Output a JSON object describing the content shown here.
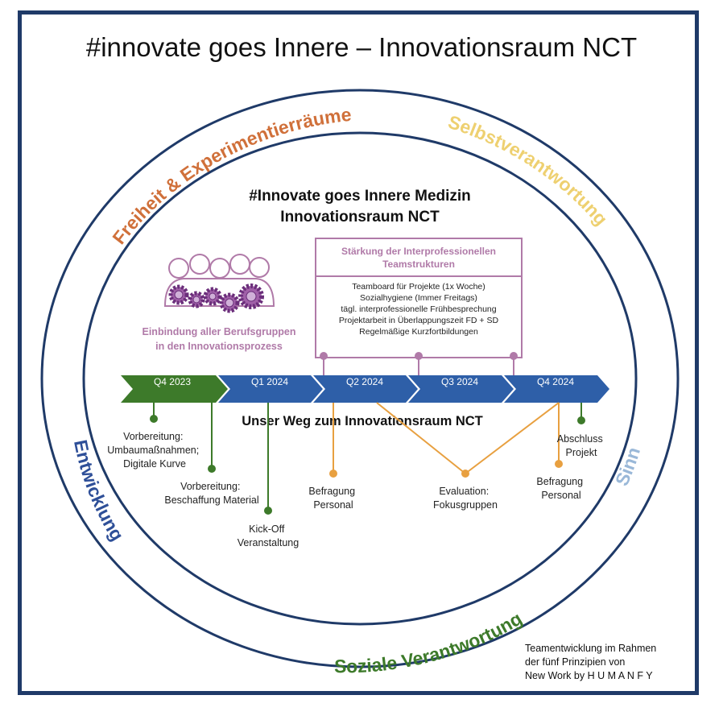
{
  "title": "#innovate goes Innere – Innovationsraum NCT",
  "center_title": {
    "line1": "#Innovate goes Innere Medizin",
    "line2": "Innovationsraum NCT"
  },
  "ring_labels": {
    "freiheit": "Freiheit & Experimentierräume",
    "selbst": "Selbstverantwortung",
    "entwicklung": "Entwicklung",
    "sinn": "Sinn",
    "sozial": "Soziale Verantwortung"
  },
  "inclusion": {
    "line1": "Einbindung aller Berufsgruppen",
    "line2": "in den Innovationsprozess"
  },
  "team_box": {
    "heading1": "Stärkung der Interprofessionellen",
    "heading2": "Teamstrukturen",
    "items": [
      "Teamboard für Projekte (1x Woche)",
      "Sozialhygiene (Immer Freitags)",
      "tägl. interprofessionelle Frühbesprechung",
      "Projektarbeit in Überlappungszeit FD + SD",
      "Regelmäßige Kurzfortbildungen"
    ]
  },
  "timeline": {
    "phases": [
      "Q4 2023",
      "Q1 2024",
      "Q2 2024",
      "Q3 2024",
      "Q4 2024"
    ],
    "label": "Unser Weg zum Innovationsraum NCT"
  },
  "milestones": {
    "m1": [
      "Vorbereitung:",
      "Umbaumaßnahmen;",
      "Digitale Kurve"
    ],
    "m2": [
      "Vorbereitung:",
      "Beschaffung Material"
    ],
    "m3": [
      "Kick-Off",
      "Veranstaltung"
    ],
    "m4": [
      "Befragung",
      "Personal"
    ],
    "m5": [
      "Evaluation:",
      "Fokusgruppen"
    ],
    "m6": [
      "Befragung",
      "Personal"
    ],
    "m7": [
      "Abschluss",
      "Projekt"
    ]
  },
  "footnote": {
    "line1": "Teamentwicklung im Rahmen",
    "line2": "der fünf Prinzipien von",
    "line3": "New Work by H U M A N F Y"
  },
  "colors": {
    "frame": "#1f3a68",
    "ring": "#1f3a68",
    "green": "#3d7a2a",
    "blue": "#2e5fa8",
    "orange": "#e8a040",
    "purple": "#b07aa8",
    "freiheit": "#d0703a",
    "selbst": "#eed070",
    "entwicklung": "#2e4f98",
    "sinn": "#9ab8d8",
    "sozial": "#3d7a2a"
  },
  "icons": [
    "people-gears-icon"
  ]
}
